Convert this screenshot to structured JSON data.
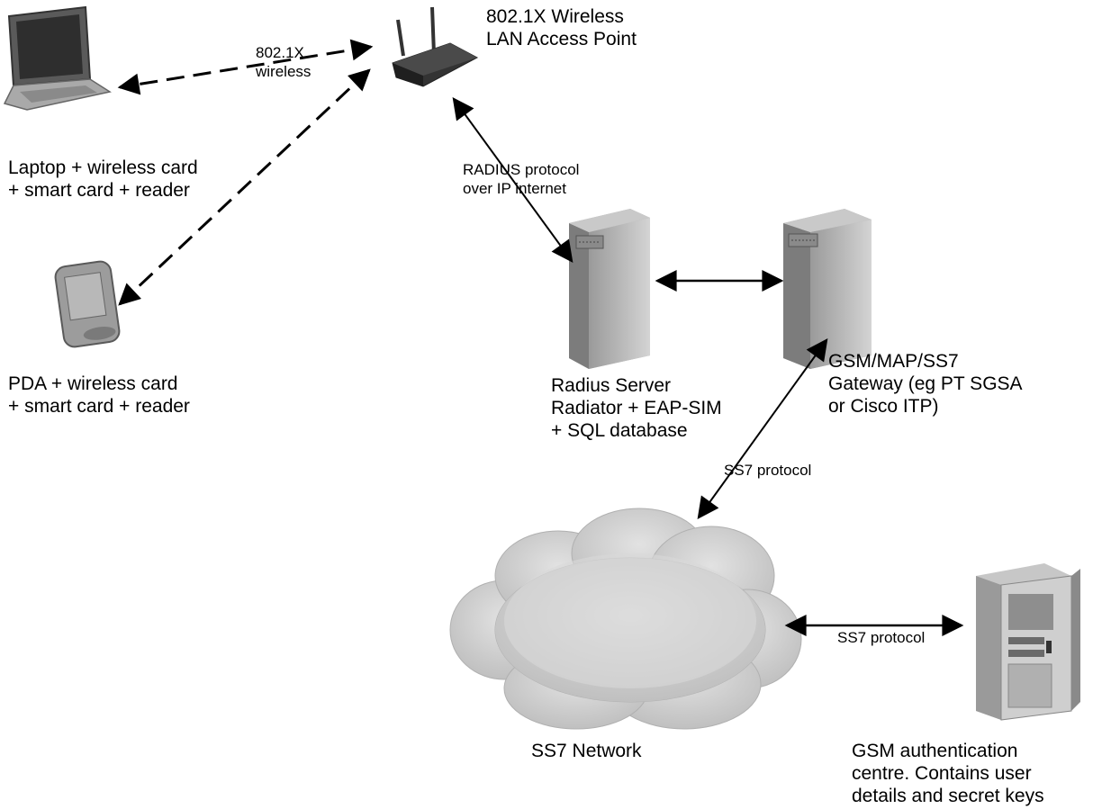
{
  "colors": {
    "background": "#ffffff",
    "line": "#000000",
    "device_dark": "#3a3a3a",
    "device_mid": "#8c8c8c",
    "device_light": "#c8c8c8",
    "cloud": "#d0d0d0"
  },
  "nodes": {
    "access_point": {
      "label": "802.1X Wireless\nLAN Access Point",
      "icon": "wireless-access-point-icon"
    },
    "laptop": {
      "label": "Laptop + wireless card\n+ smart card + reader",
      "icon": "laptop-icon"
    },
    "pda": {
      "label": "PDA + wireless card\n+ smart card + reader",
      "icon": "pda-icon"
    },
    "radius_server": {
      "label": "Radius Server\nRadiator + EAP-SIM\n+ SQL database",
      "icon": "server-icon"
    },
    "gateway": {
      "label": "GSM/MAP/SS7\nGateway (eg PT SGSA\nor Cisco ITP)",
      "icon": "server-icon"
    },
    "ss7_network": {
      "label": "SS7 Network",
      "icon": "cloud-icon"
    },
    "auth_centre": {
      "label": "GSM authentication\ncentre. Contains user\ndetails and secret keys",
      "icon": "tower-computer-icon"
    }
  },
  "edges": {
    "wireless": {
      "label": "802.1X\nwireless",
      "style": "dashed"
    },
    "radius": {
      "label": "RADIUS protocol\nover IP internet",
      "style": "solid"
    },
    "radius_gateway": {
      "label": "",
      "style": "solid"
    },
    "gateway_ss7": {
      "label": "SS7 protocol",
      "style": "solid"
    },
    "ss7_auc": {
      "label": "SS7 protocol",
      "style": "solid"
    }
  }
}
